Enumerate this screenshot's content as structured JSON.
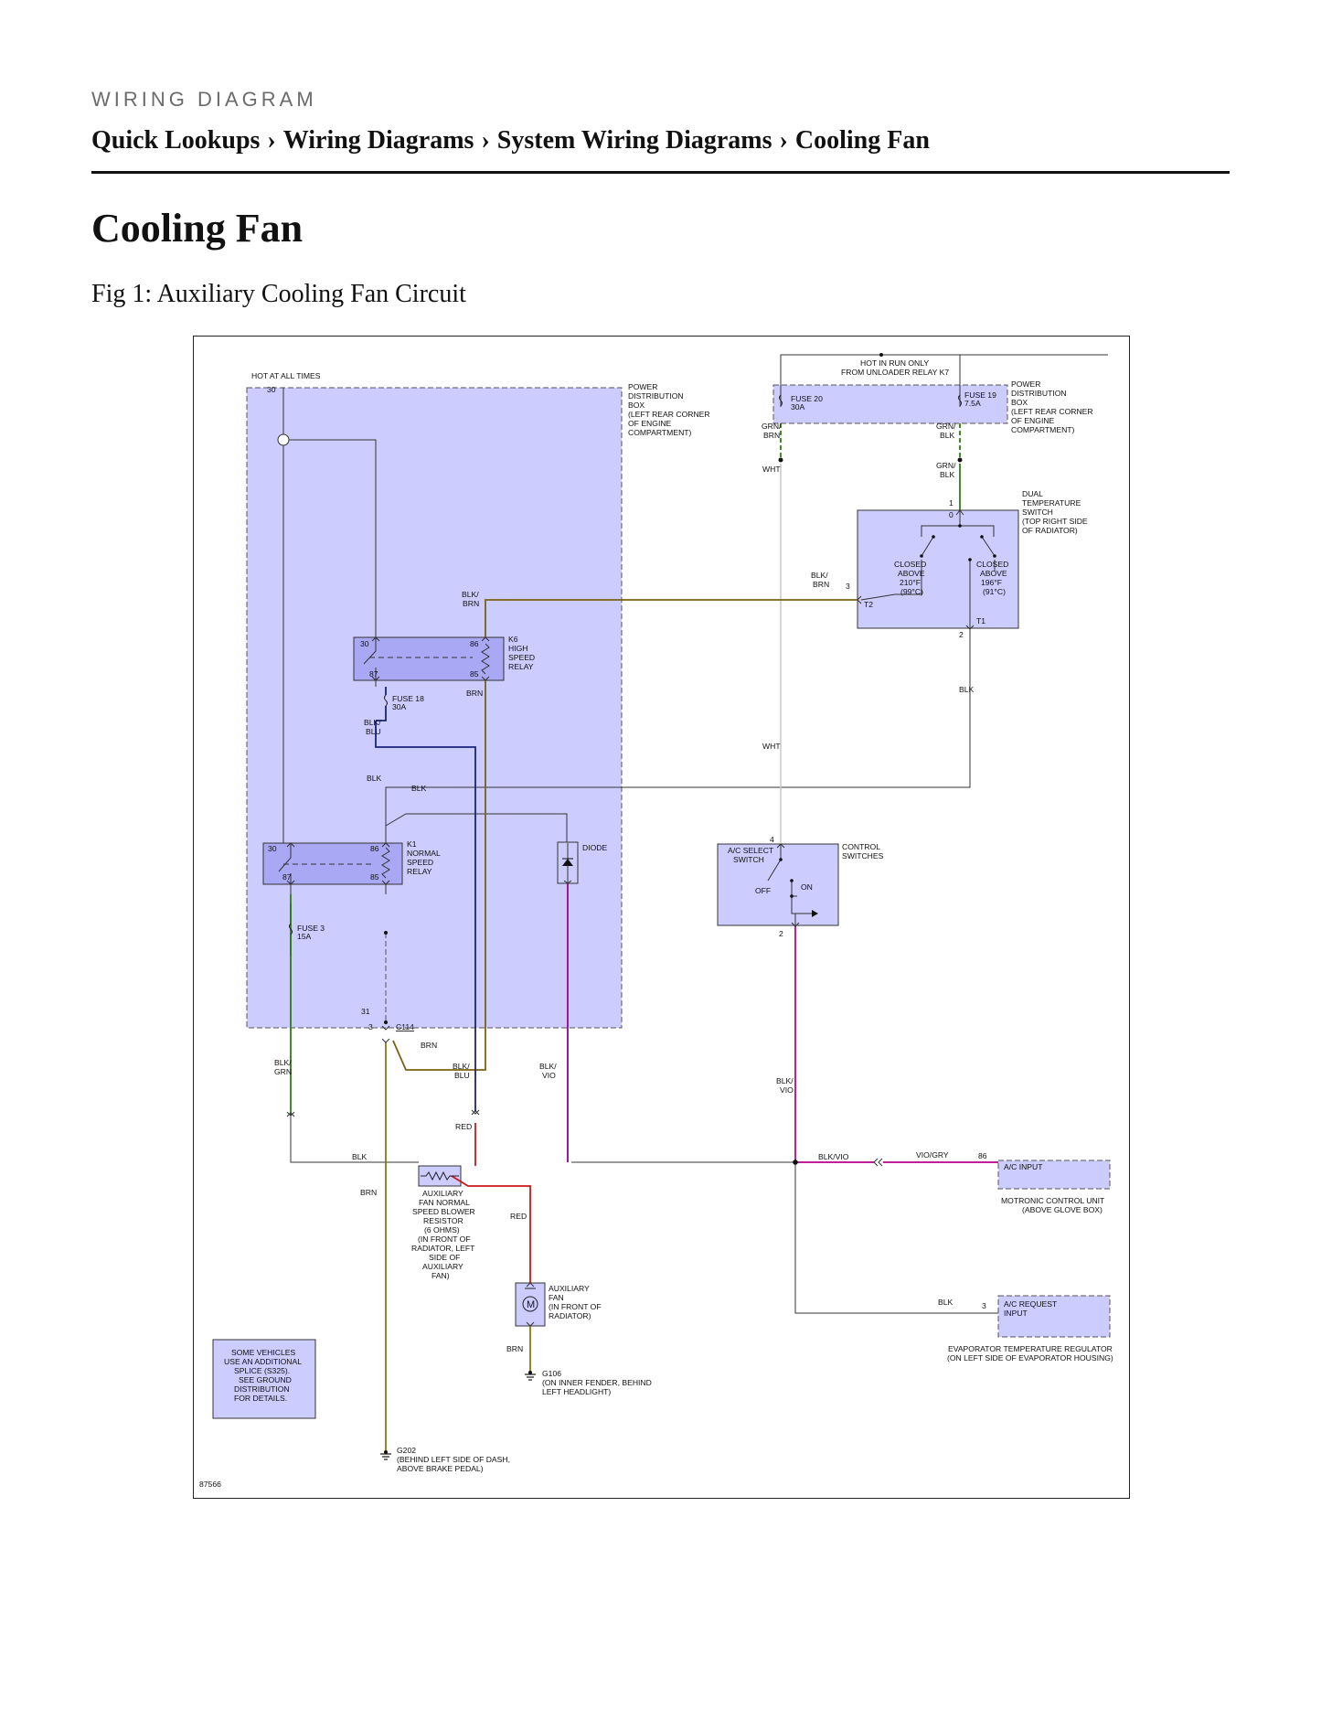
{
  "header": {
    "kicker": "WIRING DIAGRAM",
    "breadcrumb": [
      "Quick Lookups",
      "Wiring Diagrams",
      "System Wiring Diagrams",
      "Cooling Fan"
    ],
    "separator": "›"
  },
  "page_title": "Cooling Fan",
  "figure_caption": "Fig 1: Auxiliary Cooling Fan Circuit",
  "diagram": {
    "hot_at_all_times": "HOT AT ALL TIMES",
    "pin_30_top": "30",
    "pdb_left": [
      "POWER",
      "DISTRIBUTION",
      "BOX",
      "(LEFT REAR CORNER",
      "OF ENGINE",
      "COMPARTMENT)"
    ],
    "hot_in_run": [
      "HOT IN RUN ONLY",
      "FROM UNLOADER RELAY K7"
    ],
    "pdb_right": [
      "POWER",
      "DISTRIBUTION",
      "BOX",
      "(LEFT REAR CORNER",
      "OF ENGINE",
      "COMPARTMENT)"
    ],
    "fuse20": [
      "FUSE 20",
      "30A"
    ],
    "fuse19": [
      "FUSE 19",
      "7.5A"
    ],
    "grn_brn": [
      "GRN/",
      "BRN"
    ],
    "grn_blk_a": [
      "GRN/",
      "BLK"
    ],
    "grn_blk_b": [
      "GRN/",
      "BLK"
    ],
    "wht_top": "WHT",
    "wht_mid": "WHT",
    "dual_temp": [
      "DUAL",
      "TEMPERATURE",
      "SWITCH",
      "(TOP RIGHT SIDE",
      "OF RADIATOR)"
    ],
    "pin_1": "1",
    "pin_0": "0",
    "closed_210": [
      "CLOSED",
      "ABOVE",
      "210°F",
      "(99°C)"
    ],
    "closed_196": [
      "CLOSED",
      "ABOVE",
      "196°F",
      "(91°C)"
    ],
    "t2": "T2",
    "t1": "T1",
    "pin_3_dual": "3",
    "pin_2_dual": "2",
    "blk_brn_right": [
      "BLK/",
      "BRN"
    ],
    "blk_brn_left": [
      "BLK/",
      "BRN"
    ],
    "blk_right": "BLK",
    "k6": [
      "K6",
      "HIGH",
      "SPEED",
      "RELAY"
    ],
    "k6_pins": [
      "30",
      "86",
      "87",
      "85"
    ],
    "brn_k6": "BRN",
    "fuse18": [
      "FUSE 18",
      "30A"
    ],
    "blk_blu_upper": [
      "BLK/",
      "BLU"
    ],
    "blk_k1_left": "BLK",
    "blk_k1_right": "BLK",
    "k1": [
      "K1",
      "NORMAL",
      "SPEED",
      "RELAY"
    ],
    "k1_pins": [
      "30",
      "86",
      "87",
      "85"
    ],
    "diode": "DIODE",
    "ac_select": [
      "A/C SELECT",
      "SWITCH"
    ],
    "control_switches": [
      "CONTROL",
      "SWITCHES"
    ],
    "pin_4": "4",
    "pin_2_ctrl": "2",
    "off": "OFF",
    "on": "ON",
    "fuse3": [
      "FUSE 3",
      "15A"
    ],
    "pin_31": "31",
    "pin_3_c114": "3",
    "c114": "C114",
    "brn_c114": "BRN",
    "blk_grn": [
      "BLK/",
      "GRN"
    ],
    "blk_blu_lower": [
      "BLK/",
      "BLU"
    ],
    "blk_vio_left": [
      "BLK/",
      "VIO"
    ],
    "blk_vio_right": [
      "BLK/",
      "VIO"
    ],
    "red_top": "RED",
    "red_mid": "RED",
    "blk_resistor": "BLK",
    "brn_left": "BRN",
    "resistor": [
      "AUXILIARY",
      "FAN NORMAL",
      "SPEED BLOWER",
      "RESISTOR",
      "(6 OHMS)",
      "(IN FRONT OF",
      "RADIATOR, LEFT",
      "SIDE OF",
      "AUXILIARY",
      "FAN)"
    ],
    "blk_vio_h": "BLK/VIO",
    "vio_gry": "VIO/GRY",
    "pin_86_mcu": "86",
    "ac_input": "A/C INPUT",
    "motronic": [
      "MOTRONIC CONTROL UNIT",
      "(ABOVE GLOVE BOX)"
    ],
    "blk_evap": "BLK",
    "pin_3_evap": "3",
    "ac_request": [
      "A/C REQUEST",
      "INPUT"
    ],
    "evap_reg": [
      "EVAPORATOR TEMPERATURE REGULATOR",
      "(ON LEFT SIDE OF EVAPORATOR HOUSING)"
    ],
    "motor_symbol": "M",
    "aux_fan": [
      "AUXILIARY",
      "FAN",
      "(IN FRONT OF",
      "RADIATOR)"
    ],
    "brn_fan": "BRN",
    "g106": [
      "G106",
      "(ON INNER FENDER, BEHIND",
      "LEFT HEADLIGHT)"
    ],
    "note": [
      "SOME VEHICLES",
      "USE AN ADDITIONAL",
      "SPLICE (S325).",
      "SEE GROUND",
      "DISTRIBUTION",
      "FOR DETAILS."
    ],
    "g202": [
      "G202",
      "(BEHIND LEFT SIDE OF DASH,",
      "ABOVE BRAKE PEDAL)"
    ],
    "fig_number": "87566"
  },
  "colors": {
    "module_fill": "#ccccff",
    "relay_fill": "#a8a8f5",
    "wire_green": "#2e7d12",
    "wire_brown": "#7a6214",
    "wire_blue": "#1a237e",
    "wire_violet": "#9a1a9a",
    "wire_magenta": "#c0209a",
    "wire_red": "#cc1818",
    "wire_olive": "#8a7a10",
    "wire_white": "#c8c8c8"
  }
}
